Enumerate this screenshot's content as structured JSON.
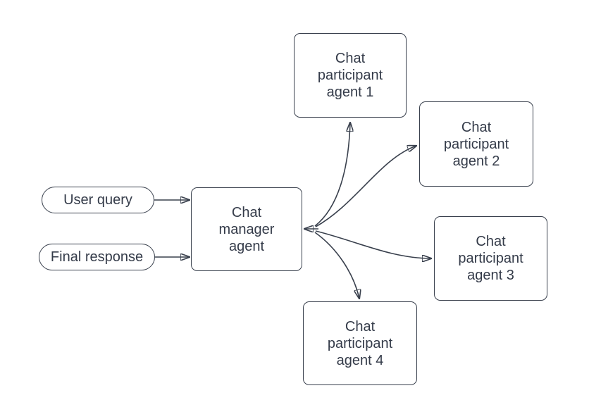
{
  "diagram": {
    "background_color": "#ffffff",
    "stroke_color": "#39404d",
    "text_color": "#343b49",
    "nodes": {
      "user_query": {
        "label": "User query",
        "shape": "pill"
      },
      "final_response": {
        "label": "Final response",
        "shape": "pill"
      },
      "chat_manager": {
        "label": "Chat manager agent",
        "shape": "rounded-rect"
      },
      "agent_1": {
        "label": "Chat participant agent 1",
        "shape": "rounded-rect"
      },
      "agent_2": {
        "label": "Chat participant agent 2",
        "shape": "rounded-rect"
      },
      "agent_3": {
        "label": "Chat participant agent 3",
        "shape": "rounded-rect"
      },
      "agent_4": {
        "label": "Chat participant agent 4",
        "shape": "rounded-rect"
      }
    },
    "edges": [
      {
        "from": "user_query",
        "to": "chat_manager",
        "style": "straight",
        "arrowhead": "at-manager"
      },
      {
        "from": "final_response",
        "to": "chat_manager",
        "style": "straight",
        "arrowhead": "at-manager"
      },
      {
        "from": "chat_manager",
        "to": "agent_1",
        "style": "curved",
        "arrowhead": "both-shared-manager-head"
      },
      {
        "from": "chat_manager",
        "to": "agent_2",
        "style": "curved",
        "arrowhead": "both-shared-manager-head"
      },
      {
        "from": "chat_manager",
        "to": "agent_3",
        "style": "curved",
        "arrowhead": "both-shared-manager-head"
      },
      {
        "from": "chat_manager",
        "to": "agent_4",
        "style": "curved",
        "arrowhead": "both-shared-manager-head"
      }
    ]
  }
}
